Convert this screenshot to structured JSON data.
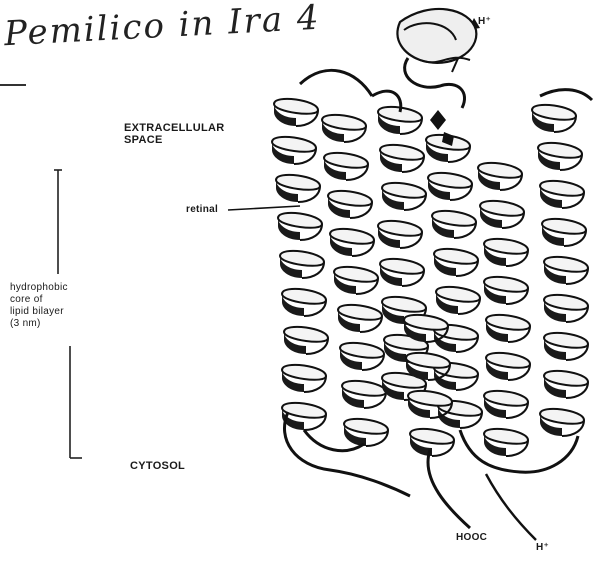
{
  "annotation": {
    "handwritten_note": "Pemilico in Ira 4"
  },
  "labels": {
    "extracellular": "EXTRACELLULAR\nSPACE",
    "retinal": "retinal",
    "hydrophobic_core": "hydrophobic\ncore of\nlipid bilayer\n(3 nm)",
    "cytosol": "CYTOSOL",
    "n_terminus_top": "H⁺",
    "n_terminus_bottom": "H⁺",
    "c_terminus": "HOOC"
  },
  "colors": {
    "ink": "#111111",
    "background": "#ffffff"
  }
}
